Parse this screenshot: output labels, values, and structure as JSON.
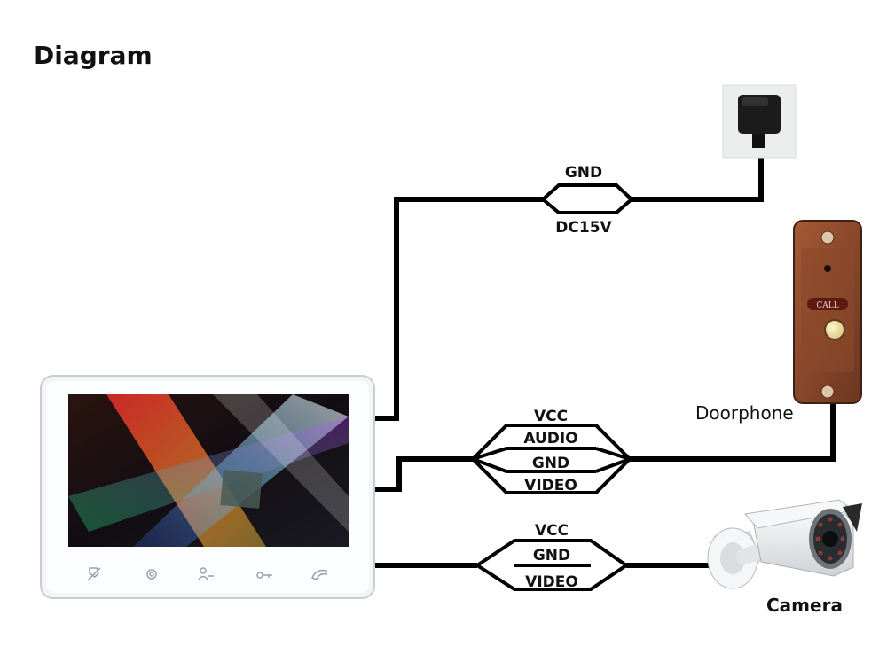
{
  "title": "Diagram",
  "devices": {
    "doorphone_label": "Doorphone",
    "camera_label": "Camera",
    "doorphone_badge": "CALL"
  },
  "power_wires": [
    "GND",
    "DC15V"
  ],
  "doorphone_wires": [
    "VCC",
    "AUDIO",
    "GND",
    "VIDEO"
  ],
  "camera_wires": [
    "VCC",
    "GND",
    "VIDEO"
  ],
  "colors": {
    "wire": "#000000",
    "doorphone_body": "#8a4a2c",
    "monitor_frame": "#f4f7f9"
  }
}
